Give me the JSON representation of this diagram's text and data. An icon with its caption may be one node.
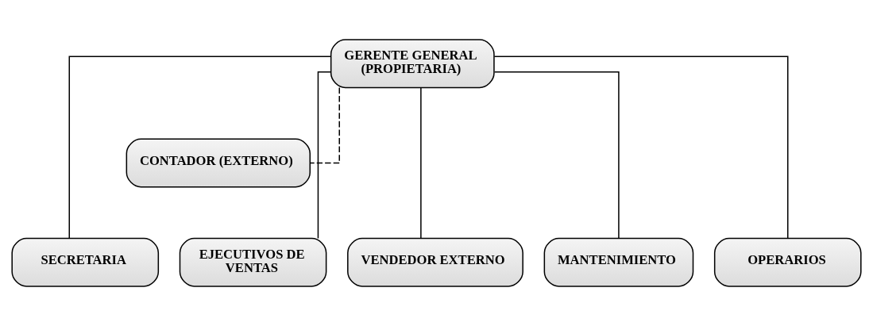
{
  "diagram": {
    "nodes": [
      {
        "text": [
          "GERENTE GENERAL (PROPIETARIA)"
        ]
      },
      {
        "text": [
          "CONTADOR (EXTERNO)"
        ]
      },
      {
        "text": [
          "SECRETARIA"
        ]
      },
      {
        "text": [
          "EJECUTIVOS DE VENTAS"
        ]
      },
      {
        "text": [
          "VENDEDOR EXTERNO"
        ]
      },
      {
        "text": [
          "MANTENIMIENTO"
        ]
      },
      {
        "text": [
          "OPERARIOS"
        ]
      }
    ],
    "edges": [
      {
        "from": 0,
        "to": 1,
        "arrow": "none",
        "style": "dashed"
      },
      {
        "from": 0,
        "to": 2,
        "arrow": "none"
      },
      {
        "from": 0,
        "to": 3,
        "arrow": "none"
      },
      {
        "from": 0,
        "to": 4,
        "arrow": "none"
      },
      {
        "from": 0,
        "to": 5,
        "arrow": "none"
      },
      {
        "from": 0,
        "to": 6,
        "arrow": "none"
      }
    ]
  }
}
